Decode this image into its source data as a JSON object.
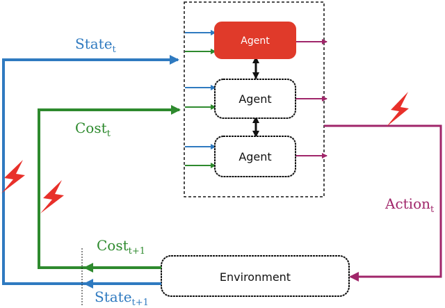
{
  "nodes": {
    "agent_top": {
      "label": "Agent"
    },
    "agent_middle": {
      "label": "Agent"
    },
    "agent_bottom": {
      "label": "Agent"
    },
    "environment": {
      "label": "Environment"
    }
  },
  "labels": {
    "state_t": {
      "main": "State",
      "sub": "t"
    },
    "cost_t": {
      "main": "Cost",
      "sub": "t"
    },
    "action_t": {
      "main": "Action",
      "sub": "t"
    },
    "cost_t1": {
      "main": "Cost",
      "sub": "t+1"
    },
    "state_t1": {
      "main": "State",
      "sub": "t+1"
    }
  },
  "colors": {
    "state": "#2f7ac0",
    "cost": "#2e8a2e",
    "action": "#a0266a",
    "agent_highlight": "#e03a2a",
    "lightning": "#e8302a",
    "outline": "#111111"
  },
  "icons": {
    "lightning": "lightning-bolt-icon"
  }
}
